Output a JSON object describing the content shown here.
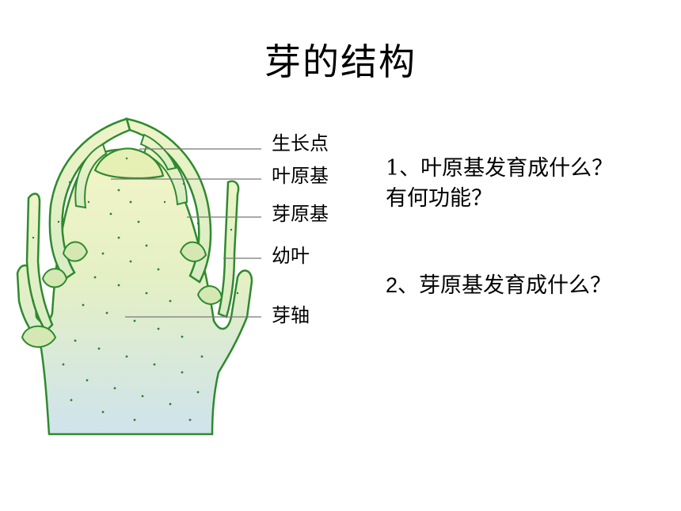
{
  "title": "芽的结构",
  "labels": {
    "growing_point": "生长点",
    "leaf_primordium": "叶原基",
    "bud_primordium": "芽原基",
    "young_leaf": "幼叶",
    "bud_axis": "芽轴"
  },
  "questions": {
    "q1_line1": "1、叶原基发育成什么？",
    "q1_line2": "有何功能？",
    "q2_num": "2",
    "q2_text": "、芽原基发育成什么？"
  },
  "colors": {
    "outline": "#2e8a2e",
    "fill_top": "#dcecb0",
    "fill_bottom": "#cfe4ee",
    "dots": "#2d7d2d"
  }
}
